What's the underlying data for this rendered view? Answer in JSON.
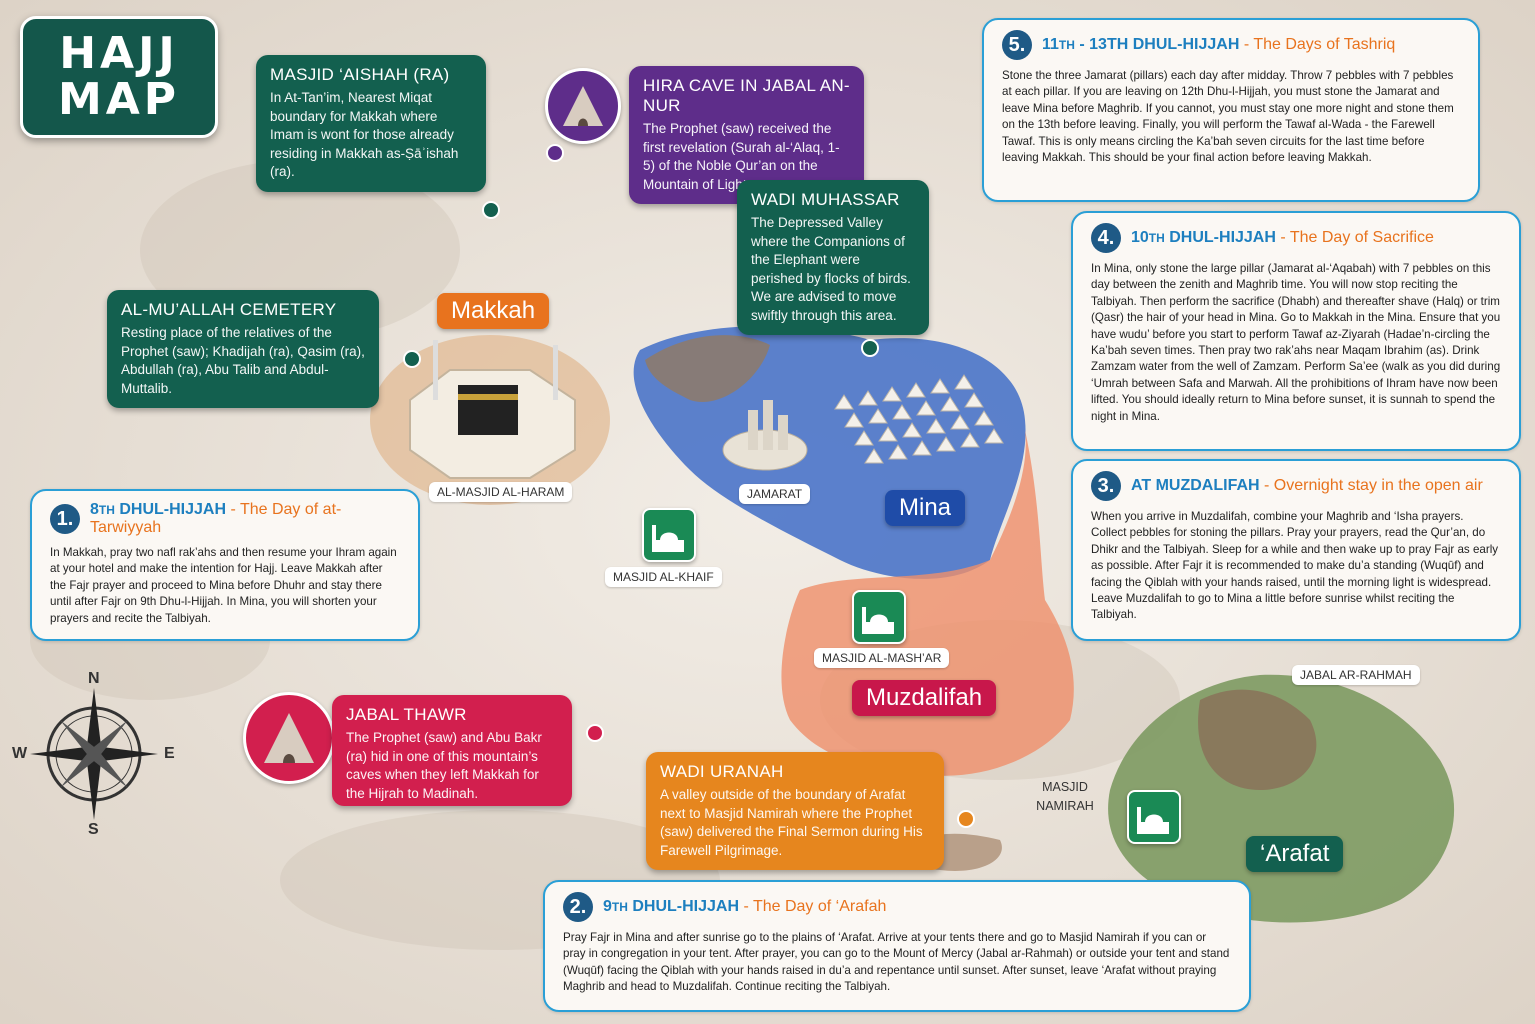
{
  "title": {
    "line1": "HAJJ",
    "line2": "MAP"
  },
  "callouts": {
    "aishah": {
      "title": "MASJID ‘AISHAH (RA)",
      "text": "In At-Tan’im, Nearest Miqat boundary for Makkah where Imam is wont for those already residing in Makkah as-Ṣāʾishah (ra)."
    },
    "hira": {
      "title": "HIRA CAVE IN JABAL AN-NUR",
      "text": "The Prophet (saw) received the first revelation (Surah al-‘Alaq, 1-5) of the Noble Qur’an on the Mountain of Light."
    },
    "muhassar": {
      "title": "WADI MUHASSAR",
      "text": "The Depressed Valley where the Companions of the Elephant were perished by flocks of birds. We are advised to move swiftly through this area."
    },
    "cemetery": {
      "title": "AL-MU’ALLAH CEMETERY",
      "text": "Resting place of the relatives of the Prophet (saw); Khadijah (ra), Qasim (ra), Abdullah (ra), Abu Talib and Abdul-Muttalib."
    },
    "thawr": {
      "title": "JABAL THAWR",
      "text": "The Prophet (saw) and Abu Bakr (ra) hid in one of this mountain’s caves when they left Makkah for the Hijrah to Madinah."
    },
    "uranah": {
      "title": "WADI URANAH",
      "text": "A valley outside of the boundary of Arafat next to Masjid Namirah where the Prophet (saw) delivered the Final Sermon during His Farewell Pilgrimage."
    }
  },
  "places": {
    "makkah": "Makkah",
    "haram": "AL-MASJID AL-HARAM",
    "jamarat": "JAMARAT",
    "mina": "Mina",
    "khaif": "MASJID AL-KHAIF",
    "mashar": "MASJID AL-MASH’AR",
    "muzdalifah": "Muzdalifah",
    "rahmah": "JABAL AR-RAHMAH",
    "namirah": "MASJID NAMIRAH",
    "arafat": "‘Arafat"
  },
  "compass": {
    "n": "N",
    "s": "S",
    "e": "E",
    "w": "W"
  },
  "days": [
    {
      "num": "1.",
      "date_num": "8",
      "date_sfx": "TH",
      "date_rest": " DHUL-HIJJAH",
      "theme": " - The Day of at-Tarwiyyah",
      "text": "In Makkah, pray two nafl rak’ahs and then resume your Ihram again at your hotel and make the intention for Hajj. Leave Makkah after the Fajr prayer and proceed to Mina before Dhuhr and stay there until after Fajr on 9th Dhu-l-Hijjah. In Mina, you will shorten your prayers and recite the Talbiyah."
    },
    {
      "num": "2.",
      "date_num": "9",
      "date_sfx": "TH",
      "date_rest": " DHUL-HIJJAH",
      "theme": " - The Day of ‘Arafah",
      "text": "Pray Fajr in Mina and after sunrise go to the plains of ‘Arafat. Arrive at your tents there and go to Masjid Namirah if you can or pray in congregation in your tent. After prayer, you can go to the Mount of Mercy (Jabal ar-Rahmah) or outside your tent and stand (Wuqūf) facing the Qiblah with your hands raised in du’a and repentance until sunset. After sunset, leave ‘Arafat without praying Maghrib and head to Muzdalifah. Continue reciting the Talbiyah."
    },
    {
      "num": "3.",
      "date_num": "",
      "date_sfx": "",
      "date_rest": "AT MUZDALIFAH",
      "theme": " - Overnight stay in the open air",
      "text": "When you arrive in Muzdalifah, combine your Maghrib and ‘Isha prayers. Collect pebbles for stoning the pillars. Pray your prayers, read the Qur’an, do Dhikr and the Talbiyah. Sleep for a while and then wake up to pray Fajr as early as possible. After Fajr it is recommended to make du’a standing (Wuqūf) and facing the Qiblah with your hands raised, until the morning light is widespread. Leave Muzdalifah to go to Mina a little before sunrise whilst reciting the Talbiyah."
    },
    {
      "num": "4.",
      "date_num": "10",
      "date_sfx": "TH",
      "date_rest": " DHUL-HIJJAH",
      "theme": " - The Day of Sacrifice",
      "text": "In Mina, only stone the large pillar (Jamarat al-‘Aqabah) with 7 pebbles on this day between the zenith and Maghrib time. You will now stop reciting the Talbiyah. Then perform the sacrifice (Dhabh) and thereafter shave (Halq) or trim (Qasr) the hair of your head in Mina. Go to Makkah in the Mina. Ensure that you have wudu’ before you start to perform Tawaf az-Ziyarah (Hadae’n-circling the Ka’bah seven times. Then pray two rak’ahs near Maqam Ibrahim (as). Drink Zamzam water from the well of Zamzam. Perform Sa’ee (walk as you did during ‘Umrah between Safa and Marwah. All the prohibitions of Ihram have now been lifted. You should ideally return to Mina before sunset, it is sunnah to spend the night in Mina."
    },
    {
      "num": "5.",
      "date_num": "11",
      "date_sfx": "TH",
      "date_rest": " - 13TH DHUL-HIJJAH",
      "theme": " - The Days of Tashriq",
      "text": "Stone the three Jamarat (pillars) each day after midday. Throw 7 pebbles with 7 pebbles at each pillar. If you are leaving on 12th Dhu-l-Hijjah, you must stone the Jamarat and leave Mina before Maghrib. If you cannot, you must stay one more night and stone them on the 13th before leaving. Finally, you will perform the Tawaf al-Wada - the Farewell Tawaf. This is only means circling the Ka’bah seven circuits for the last time before leaving Makkah. This should be your final action before leaving Makkah."
    }
  ],
  "colors": {
    "green": "#13604f",
    "purple": "#5e2d8a",
    "crimson": "#d21f4e",
    "orange": "#e6861e",
    "blue": "#2a9fd6"
  }
}
